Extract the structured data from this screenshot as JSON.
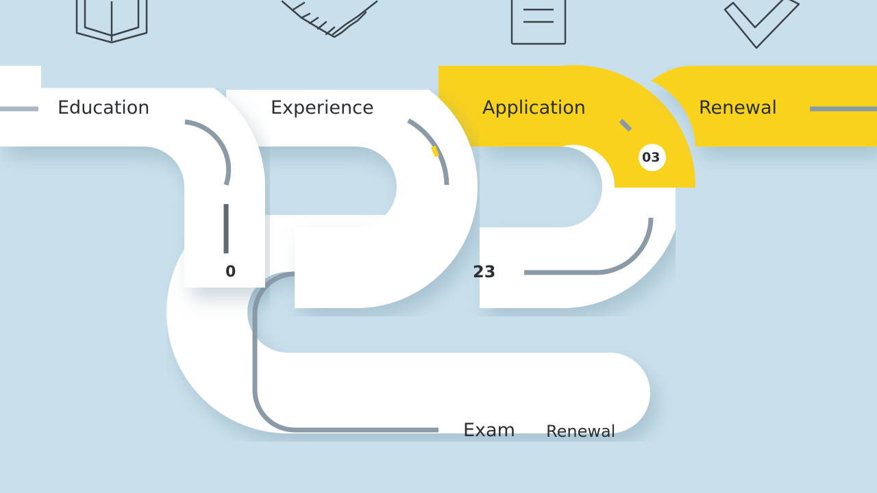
{
  "steps": {
    "education": "Education",
    "experience": "Experience",
    "application": "Application",
    "renewal_top": "Renewal",
    "exam": "Exam",
    "renewal_bottom": "Renewal"
  },
  "markers": {
    "left_number": "0",
    "middle_number": "23",
    "badge": "03"
  },
  "icons": [
    "book-icon",
    "handshake-icon",
    "document-icon",
    "checkmark-icon"
  ],
  "colors": {
    "background": "#c9e0ec",
    "track": "#ffffff",
    "accent": "#f9d21e",
    "line": "#8a9aa6",
    "text": "#2b2f33"
  }
}
